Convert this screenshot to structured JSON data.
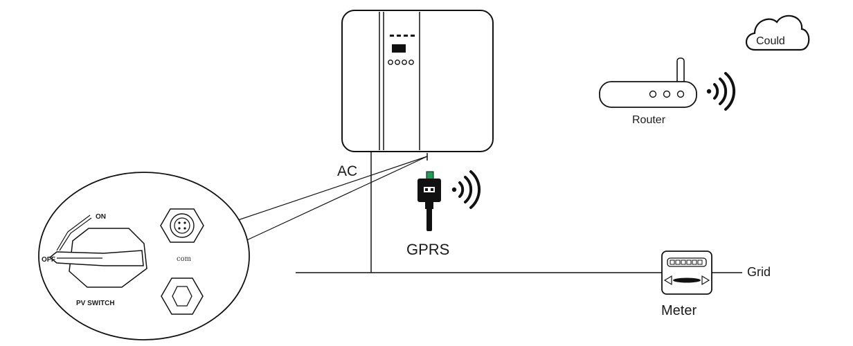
{
  "labels": {
    "ac": "AC",
    "gprs": "GPRS",
    "router": "Router",
    "cloud": "Could",
    "meter": "Meter",
    "grid": "Grid",
    "switch_on": "ON",
    "switch_off": "OFF",
    "pv_switch": "PV  SWITCH",
    "com": "com"
  },
  "colors": {
    "line": "#111111",
    "gprs_led": "#1f9d55",
    "meter_band": "#111111"
  },
  "icons": {
    "inverter": "inverter-icon",
    "gprs": "gprs-dongle-icon",
    "router": "router-icon",
    "cloud": "cloud-icon",
    "wifi": "wifi-signal-icon",
    "meter": "meter-icon",
    "pv_switch": "rotary-switch-icon",
    "com_port": "com-port-icon"
  }
}
